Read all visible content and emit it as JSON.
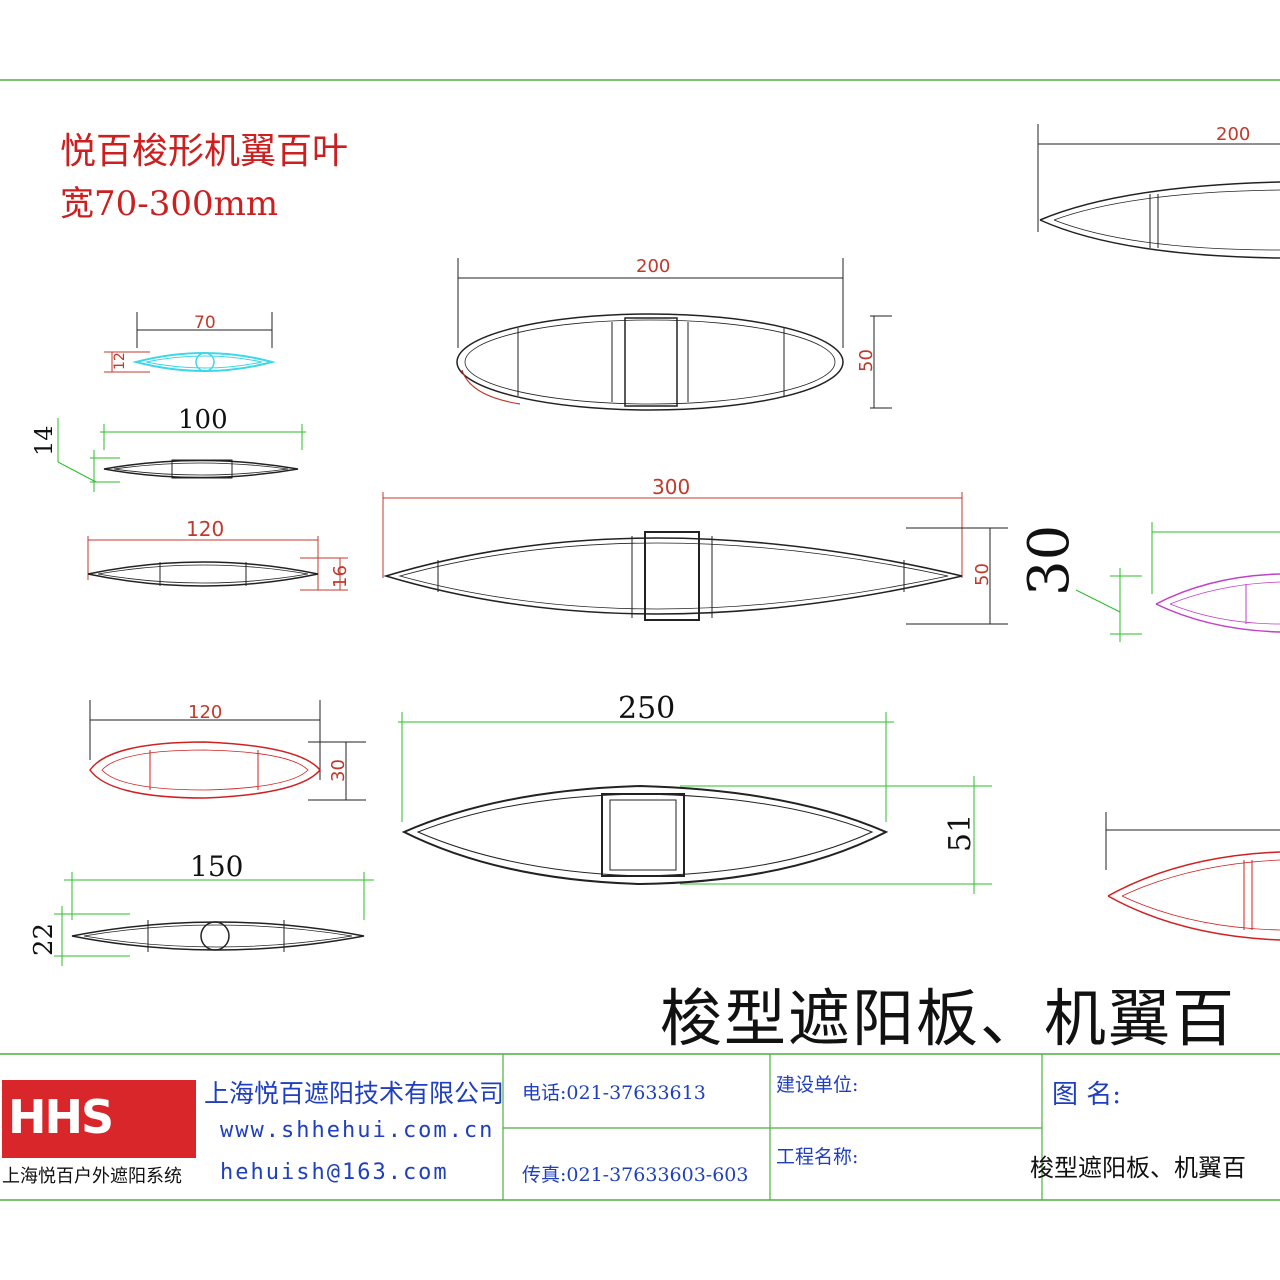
{
  "heading": {
    "title": "悦百梭形机翼百叶",
    "subtitle": "宽70-300mm"
  },
  "profiles": [
    {
      "id": "p70",
      "width_label": "70",
      "height_label": "12",
      "color": "#3fd7e8"
    },
    {
      "id": "p100",
      "width_label": "100",
      "height_label": "14",
      "color": "#222222"
    },
    {
      "id": "p120a",
      "width_label": "120",
      "height_label": "16",
      "color": "#222222"
    },
    {
      "id": "p120b",
      "width_label": "120",
      "height_label": "30",
      "color": "#d02020"
    },
    {
      "id": "p150",
      "width_label": "150",
      "height_label": "22",
      "color": "#222222"
    },
    {
      "id": "p200a",
      "width_label": "200",
      "height_label": "50",
      "color": "#222222"
    },
    {
      "id": "p300",
      "width_label": "300",
      "height_label": "50",
      "color": "#222222"
    },
    {
      "id": "p250",
      "width_label": "250",
      "height_label": "51",
      "color": "#222222"
    },
    {
      "id": "p200b",
      "width_label": "200",
      "color": "#222222"
    },
    {
      "id": "pmagenta",
      "height_label": "30",
      "color": "#c23fc9"
    },
    {
      "id": "pred",
      "color": "#d02020"
    }
  ],
  "banner": "梭型遮阳板、机翼百",
  "title_block": {
    "logo_mark": "HHS",
    "logo_subtitle": "上海悦百户外遮阳系统",
    "company": "上海悦百遮阳技术有限公司",
    "website": "www.shhehui.com.cn",
    "email": "hehuish@163.com",
    "phone": "电话:021-37633613",
    "fax": "传真:021-37633603-603",
    "client_label": "建设单位:",
    "project_label": "工程名称:",
    "drawing_name_label": "图  名:",
    "drawing_name_value": "梭型遮阳板、机翼百"
  },
  "colors": {
    "border_green": "#4caf3f",
    "dim_green": "#2bbf2b",
    "dim_red": "#c0392b",
    "title_red": "#cc1f1f",
    "text_blue": "#1f3fbf"
  }
}
